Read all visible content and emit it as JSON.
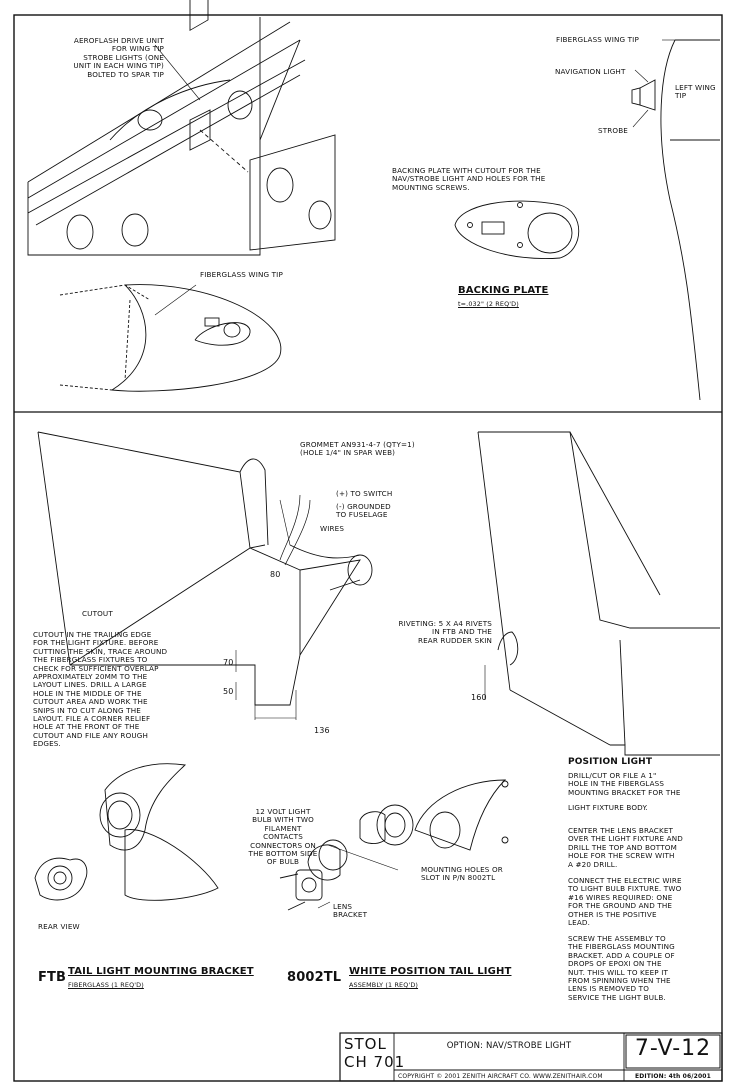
{
  "top": {
    "aeroflash_note": "AEROFLASH DRIVE UNIT\nFOR WING TIP\nSTROBE LIGHTS (ONE\nUNIT IN EACH WING TIP)\nBOLTED TO SPAR TIP",
    "fiberglass_wing_tip_lower": "FIBERGLASS WING TIP",
    "fiberglass_wing_tip_upper": "FIBERGLASS WING TIP",
    "navigation_light": "NAVIGATION LIGHT",
    "strobe": "STROBE",
    "left_wing_tip": "LEFT WING\nTIP",
    "backing_plate_note": "BACKING PLATE WITH CUTOUT FOR THE\nNAV/STROBE LIGHT AND HOLES FOR THE\nMOUNTING SCREWS.",
    "backing_plate_title": "BACKING PLATE",
    "backing_plate_sub": "t=.032\" (2 REQ'D)"
  },
  "middle": {
    "grommet": "GROMMET AN931-4-7 (QTY=1)\n(HOLE 1/4\" IN SPAR WEB)",
    "to_switch": "(+) TO SWITCH",
    "grounded": "(-) GROUNDED\nTO FUSELAGE",
    "wires": "WIRES",
    "dim_80": "80",
    "dim_70": "70",
    "dim_50": "50",
    "dim_136": "136",
    "dim_160": "160",
    "cutout_title": "CUTOUT",
    "cutout_note": "CUTOUT IN THE TRAILING EDGE\nFOR THE LIGHT FIXTURE. BEFORE\nCUTTING THE SKIN, TRACE AROUND\nTHE FIBERGLASS FIXTURES TO\nCHECK FOR SUFFICIENT OVERLAP\nAPPROXIMATELY 20mm TO THE\nLAYOUT LINES. DRILL A LARGE\nHOLE IN THE MIDDLE OF THE\nCUTOUT AREA AND WORK THE\nSNIPS IN TO CUT ALONG THE\nLAYOUT. FILE A CORNER RELIEF\nHOLE AT THE FRONT OF THE\nCUTOUT AND FILE ANY ROUGH\nEDGES.",
    "riveting": "RIVETING: 5 X A4 RIVETS\nIN FTB AND THE\nREAR RUDDER SKIN"
  },
  "bottom": {
    "bulb_note": "12 VOLT LIGHT\nBULB WITH TWO\nFILAMENT\nCONTACTS\nCONNECTORS ON\nTHE BOTTOM SIDE\nOF BULB",
    "mounting_holes": "MOUNTING HOLES OR\nSLOT IN P/N 8002TL",
    "lens_bracket": "LENS\nBRACKET",
    "rear_view": "REAR VIEW",
    "ftb_code": "FTB",
    "ftb_title": "TAIL LIGHT MOUNTING BRACKET",
    "ftb_sub": "FIBERGLASS (1 REQ'D)",
    "tl_code": "8002TL",
    "tl_title": "WHITE POSITION TAIL LIGHT",
    "tl_sub": "ASSEMBLY (1 REQ'D)",
    "position_title": "POSITION LIGHT",
    "position_p1": "DRILL/CUT OR FILE A 1\"\nHOLE IN THE FIBERGLASS\nMOUNTING BRACKET FOR THE",
    "position_p2": "LIGHT FIXTURE BODY.",
    "position_p3": "CENTER THE LENS BRACKET\nOVER THE LIGHT FIXTURE AND\nDRILL THE TOP AND BOTTOM\nHOLE FOR THE SCREW WITH\nA #20 DRILL.",
    "position_p4": "CONNECT THE ELECTRIC WIRE\nTO LIGHT BULB FIXTURE. TWO\n#16 WIRES REQUIRED: ONE\nFOR THE GROUND AND THE\nOTHER IS  THE POSITIVE\nLEAD.",
    "position_p5": "SCREW THE ASSEMBLY TO\nTHE FIBERGLASS MOUNTING\nBRACKET. ADD A COUPLE OF\nDROPS OF EPOXI ON THE\nNUT. THIS WILL TO KEEP IT\nFROM SPINNING WHEN THE\nLENS IS REMOVED TO\nSERVICE THE LIGHT BULB."
  },
  "title_block": {
    "model_line1": "STOL",
    "model_line2": "CH 701",
    "title": "OPTION: NAV/STROBE LIGHT",
    "copyright": "COPYRIGHT © 2001  ZENITH AIRCRAFT CO.  WWW.ZENITHAIR.COM",
    "sheet_no": "7-V-12",
    "edition": "EDITION: 4th 06/2001"
  }
}
